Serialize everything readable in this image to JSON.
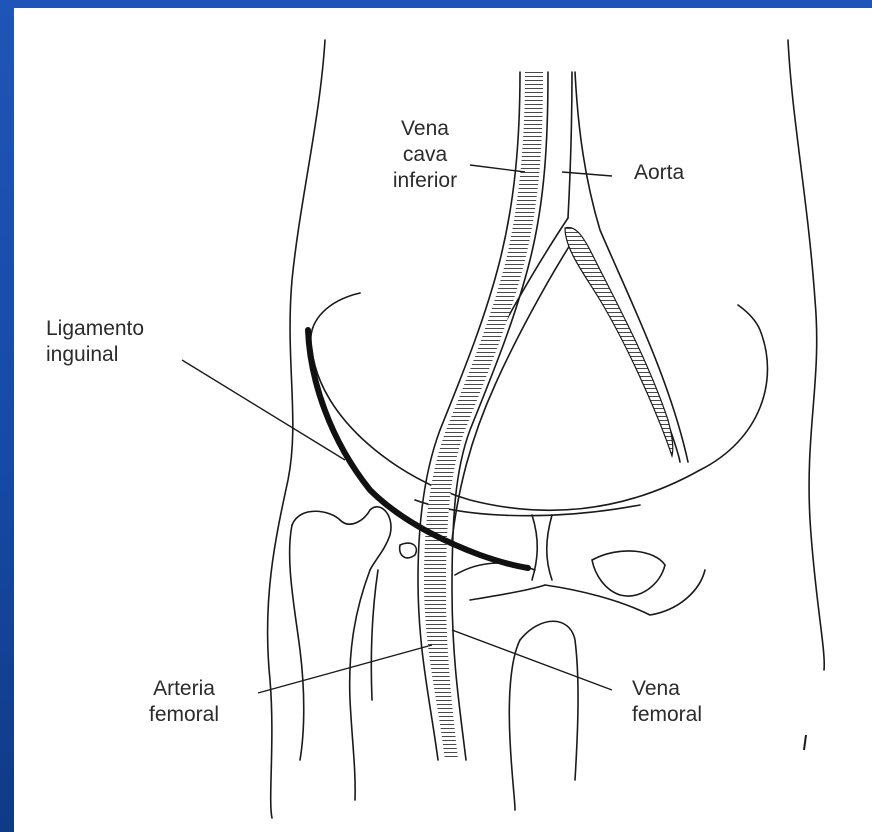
{
  "labels": {
    "vena_cava_1": "Vena",
    "vena_cava_2": "cava",
    "vena_cava_3": "inferior",
    "aorta": "Aorta",
    "ligamento_1": "Ligamento",
    "ligamento_2": "inguinal",
    "arteria_1": "Arteria",
    "arteria_2": "femoral",
    "vena_fem_1": "Vena",
    "vena_fem_2": "femoral"
  },
  "colors": {
    "slide_background": "#1f55b8",
    "panel": "#ffffff",
    "ink": "#1a1a1a"
  }
}
